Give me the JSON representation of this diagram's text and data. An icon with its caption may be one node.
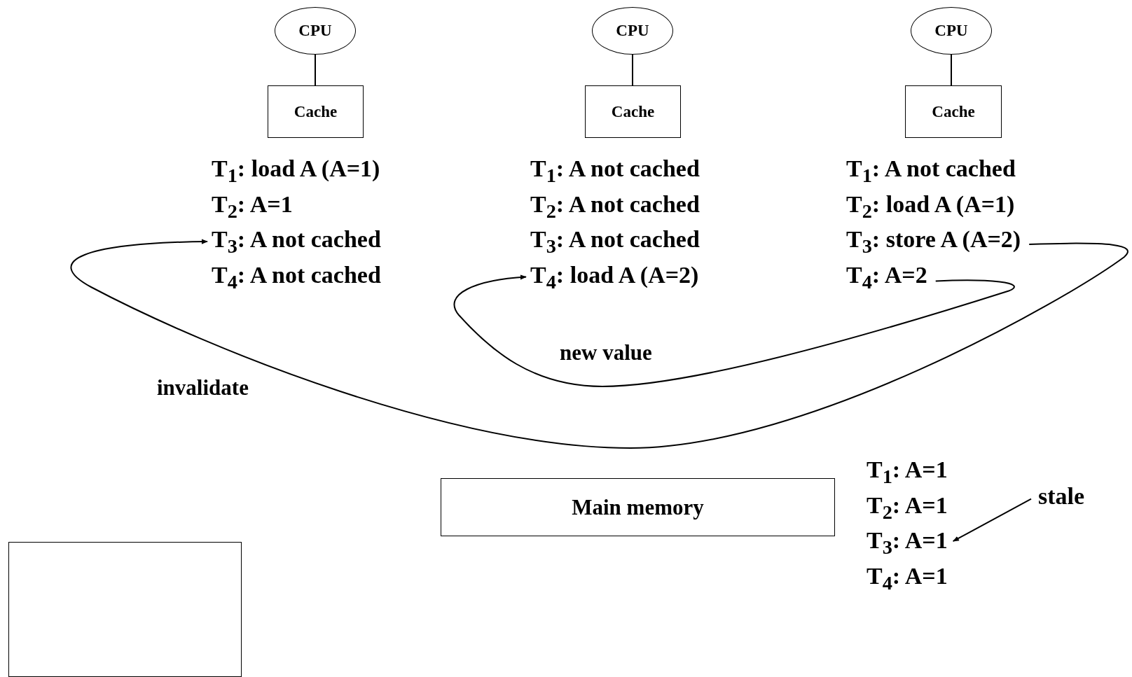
{
  "diagram": {
    "nodes": [
      {
        "text": [
          "CPU"
        ]
      },
      {
        "text": [
          "Cache"
        ]
      },
      {
        "text": [
          "CPU"
        ]
      },
      {
        "text": [
          "Cache"
        ]
      },
      {
        "text": [
          "CPU"
        ]
      },
      {
        "text": [
          "Cache"
        ]
      },
      {
        "text": [
          "T$_{1}$: load A (A=1)"
        ]
      },
      {
        "text": [
          "T$_{2}$: A=1"
        ]
      },
      {
        "text": [
          "T$_{3}$: A not cached"
        ]
      },
      {
        "text": [
          "T$_{4}$: A not cached"
        ]
      },
      {
        "text": [
          "T$_{1}$: A not cached"
        ]
      },
      {
        "text": [
          "T$_{2}$: A not cached"
        ]
      },
      {
        "text": [
          "T$_{3}$: A not cached"
        ]
      },
      {
        "text": [
          "T$_{4}$: load A (A=2)"
        ]
      },
      {
        "text": [
          "T$_{1}$: A not cached"
        ]
      },
      {
        "text": [
          "T$_{2}$: load A (A=1)"
        ]
      },
      {
        "text": [
          "T$_{3}$: store A (A=2)"
        ]
      },
      {
        "text": [
          "T$_{4}$: A=2"
        ]
      },
      {
        "text": [
          "Main memory"
        ]
      },
      {
        "text": [
          "T$_{1}$: A=1"
        ]
      },
      {
        "text": [
          "T$_{2}$: A=1"
        ]
      },
      {
        "text": [
          "T$_{3}$: A=1"
        ]
      },
      {
        "text": [
          "T$_{4}$: A=1"
        ]
      },
      {
        "text": [
          "stale"
        ]
      },
      {
        "text": [],
        "shape": "box"
      }
    ],
    "edges": [
      {
        "from": 0,
        "to": 1,
        "arrow": "none"
      },
      {
        "from": 2,
        "to": 3,
        "arrow": "none"
      },
      {
        "from": 4,
        "to": 5,
        "arrow": "none"
      },
      {
        "from": 16,
        "to": 8,
        "arrow": "to",
        "label": "invalidate"
      },
      {
        "from": 17,
        "to": 13,
        "arrow": "to",
        "label": "new value"
      },
      {
        "from": 23,
        "to": 21,
        "arrow": "to"
      }
    ]
  }
}
